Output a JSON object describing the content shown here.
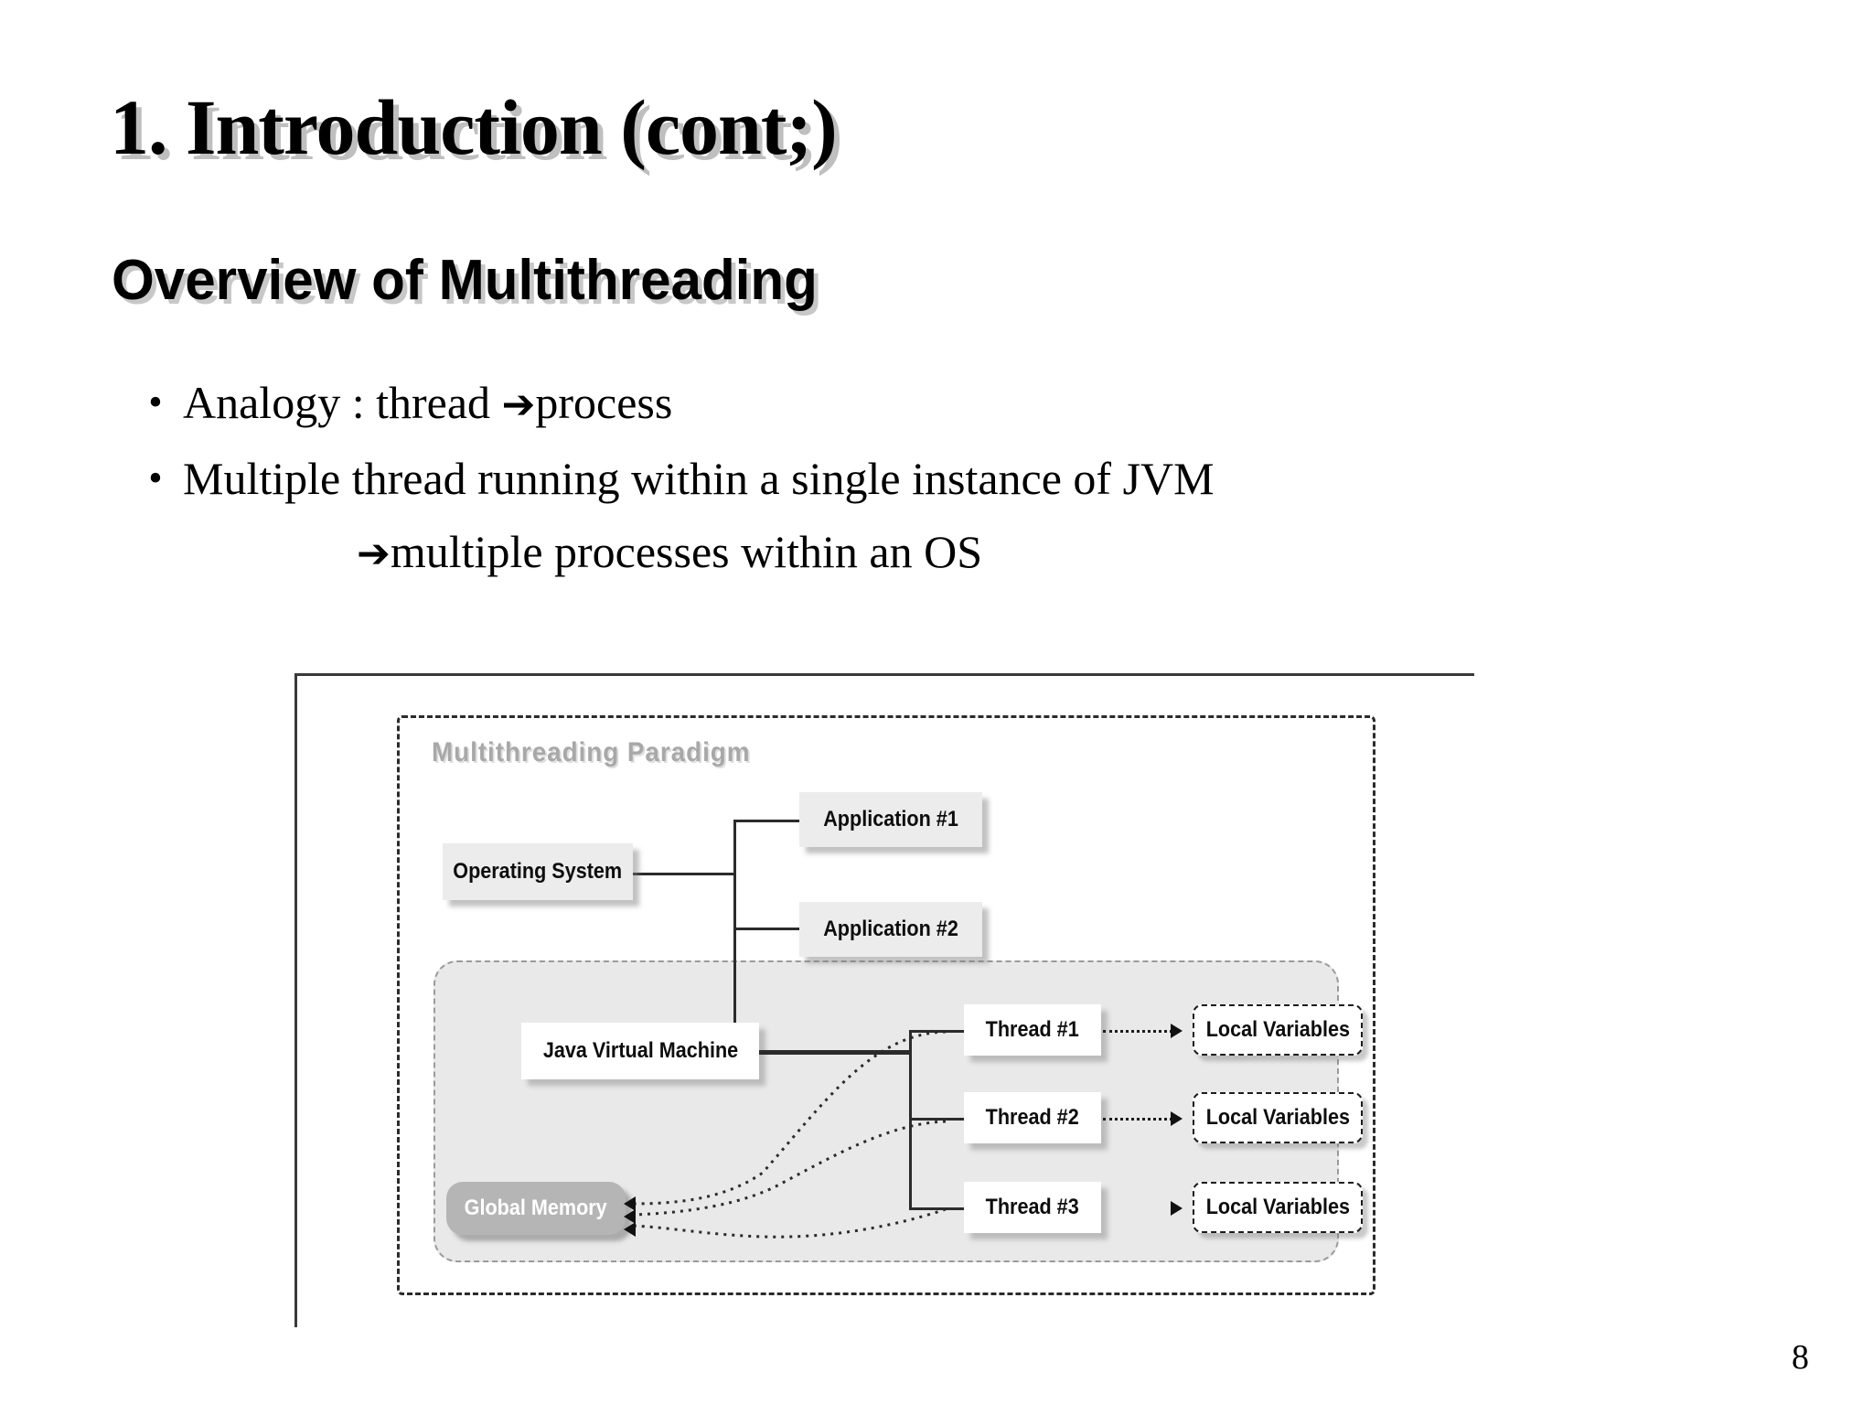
{
  "slide": {
    "title": "1. Introduction (cont;)",
    "subtitle": "Overview of Multithreading",
    "page_number": "8",
    "bullets": [
      {
        "marker": "•",
        "text_before_arrow": "Analogy : thread ",
        "arrow": "➔",
        "text_after_arrow": "process"
      },
      {
        "marker": "•",
        "text_before_arrow": "Multiple thread running within a single instance of  JVM",
        "arrow": "",
        "text_after_arrow": ""
      }
    ],
    "bullet_continuation": {
      "arrow": "➔",
      "text": "multiple processes within an OS"
    }
  },
  "figure": {
    "caption": "Multithreading Paradigm",
    "nodes": {
      "operating_system": "Operating System",
      "application_1": "Application #1",
      "application_2": "Application #2",
      "java_virtual_machine": "Java Virtual Machine",
      "global_memory": "Global Memory",
      "thread_1": "Thread #1",
      "thread_2": "Thread #2",
      "thread_3": "Thread #3",
      "local_variables_1": "Local Variables",
      "local_variables_2": "Local Variables",
      "local_variables_3": "Local Variables"
    },
    "colors": {
      "node_grey_fill": "#ececec",
      "node_white_fill": "#ffffff",
      "global_memory_fill": "#b5b5b5",
      "jvm_panel_fill": "#e9e9e9",
      "caption_text": "#a8a8a8",
      "line": "#2b2b2b"
    }
  }
}
